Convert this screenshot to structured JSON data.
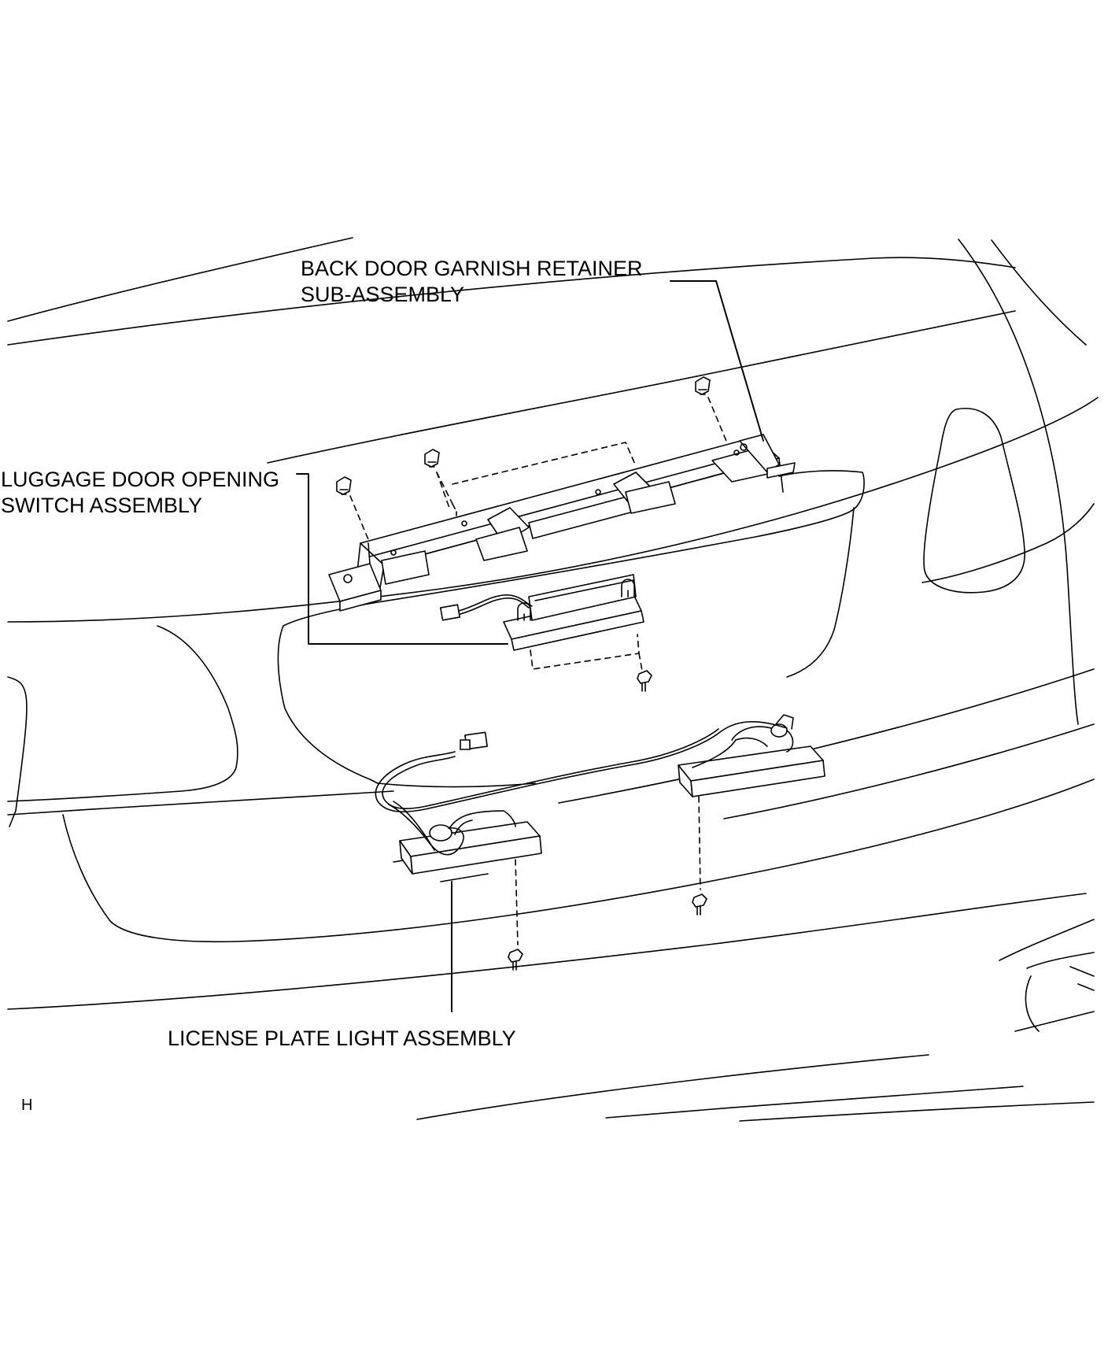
{
  "labels": {
    "back_door_garnish": [
      "BACK DOOR GARNISH RETAINER",
      "SUB-ASSEMBLY"
    ],
    "luggage_switch": [
      "LUGGAGE DOOR OPENING",
      "SWITCH ASSEMBLY"
    ],
    "license_light": "LICENSE PLATE LIGHT ASSEMBLY"
  },
  "figure_id": "H",
  "line_color": "#000000",
  "background_color": "#ffffff"
}
